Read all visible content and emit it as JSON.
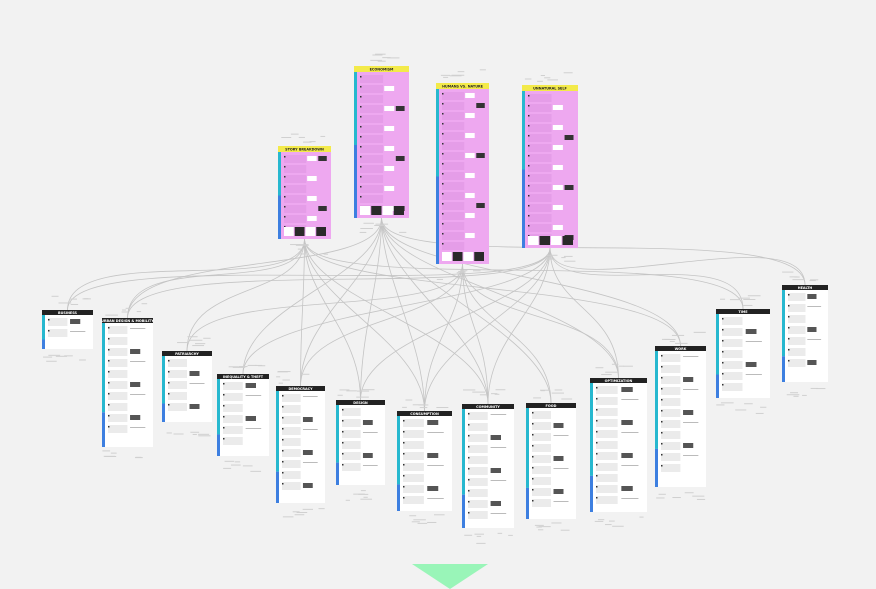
{
  "board": {
    "top_columns": [
      {
        "id": "story",
        "title": "STORY BREAKDOWN"
      },
      {
        "id": "economism",
        "title": "ECONOMISM"
      },
      {
        "id": "humans",
        "title": "HUMANS VS. NATURE"
      },
      {
        "id": "unnatural",
        "title": "UNNATURAL SELF"
      }
    ],
    "bottom_columns": [
      {
        "id": "business",
        "title": "BUSINESS"
      },
      {
        "id": "urban",
        "title": "URBAN DESIGN & MOBILITY"
      },
      {
        "id": "patriarchy",
        "title": "PATRIARCHY"
      },
      {
        "id": "inequality",
        "title": "INEQUALITY & THEFT"
      },
      {
        "id": "democracy",
        "title": "DEMOCRACY"
      },
      {
        "id": "design",
        "title": "DESIGN"
      },
      {
        "id": "consumption",
        "title": "CONSUMPTION"
      },
      {
        "id": "community",
        "title": "COMMUNITY"
      },
      {
        "id": "food",
        "title": "FOOD"
      },
      {
        "id": "optimization",
        "title": "OPTIMIZATION"
      },
      {
        "id": "work",
        "title": "WORK"
      },
      {
        "id": "time",
        "title": "TIME"
      },
      {
        "id": "health",
        "title": "HEALTH"
      }
    ],
    "colors": {
      "background": "#f2f2f2",
      "top_panel": "#eea8f0",
      "top_header": "#f3ea4a",
      "bottom_header": "#222222",
      "accent_cyan": "#27b8cf",
      "accent_blue": "#3d7fe0",
      "connector": "#c4c4c4",
      "scroll_arrow": "#99f5b8"
    }
  }
}
